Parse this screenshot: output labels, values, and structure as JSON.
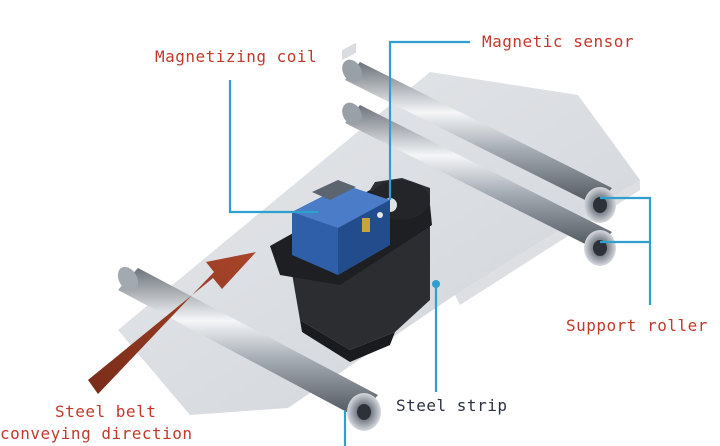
{
  "labels": {
    "magnetizing_coil": "Magnetizing coil",
    "magnetic_sensor": "Magnetic sensor",
    "support_roller": "Support roller",
    "steel_strip": "Steel strip",
    "steel_belt_line1": "Steel belt",
    "steel_belt_line2": "conveying direction"
  },
  "colors": {
    "label_red": "#c0392b",
    "label_dark": "#2a3140",
    "leader_line": "#2f9fcf",
    "arrow": "#8c3420",
    "strip": "#dcdfe3",
    "roller_metal": "#b9bec6",
    "coil_blue": "#2e5fa8",
    "device_black": "#1e1f22"
  }
}
